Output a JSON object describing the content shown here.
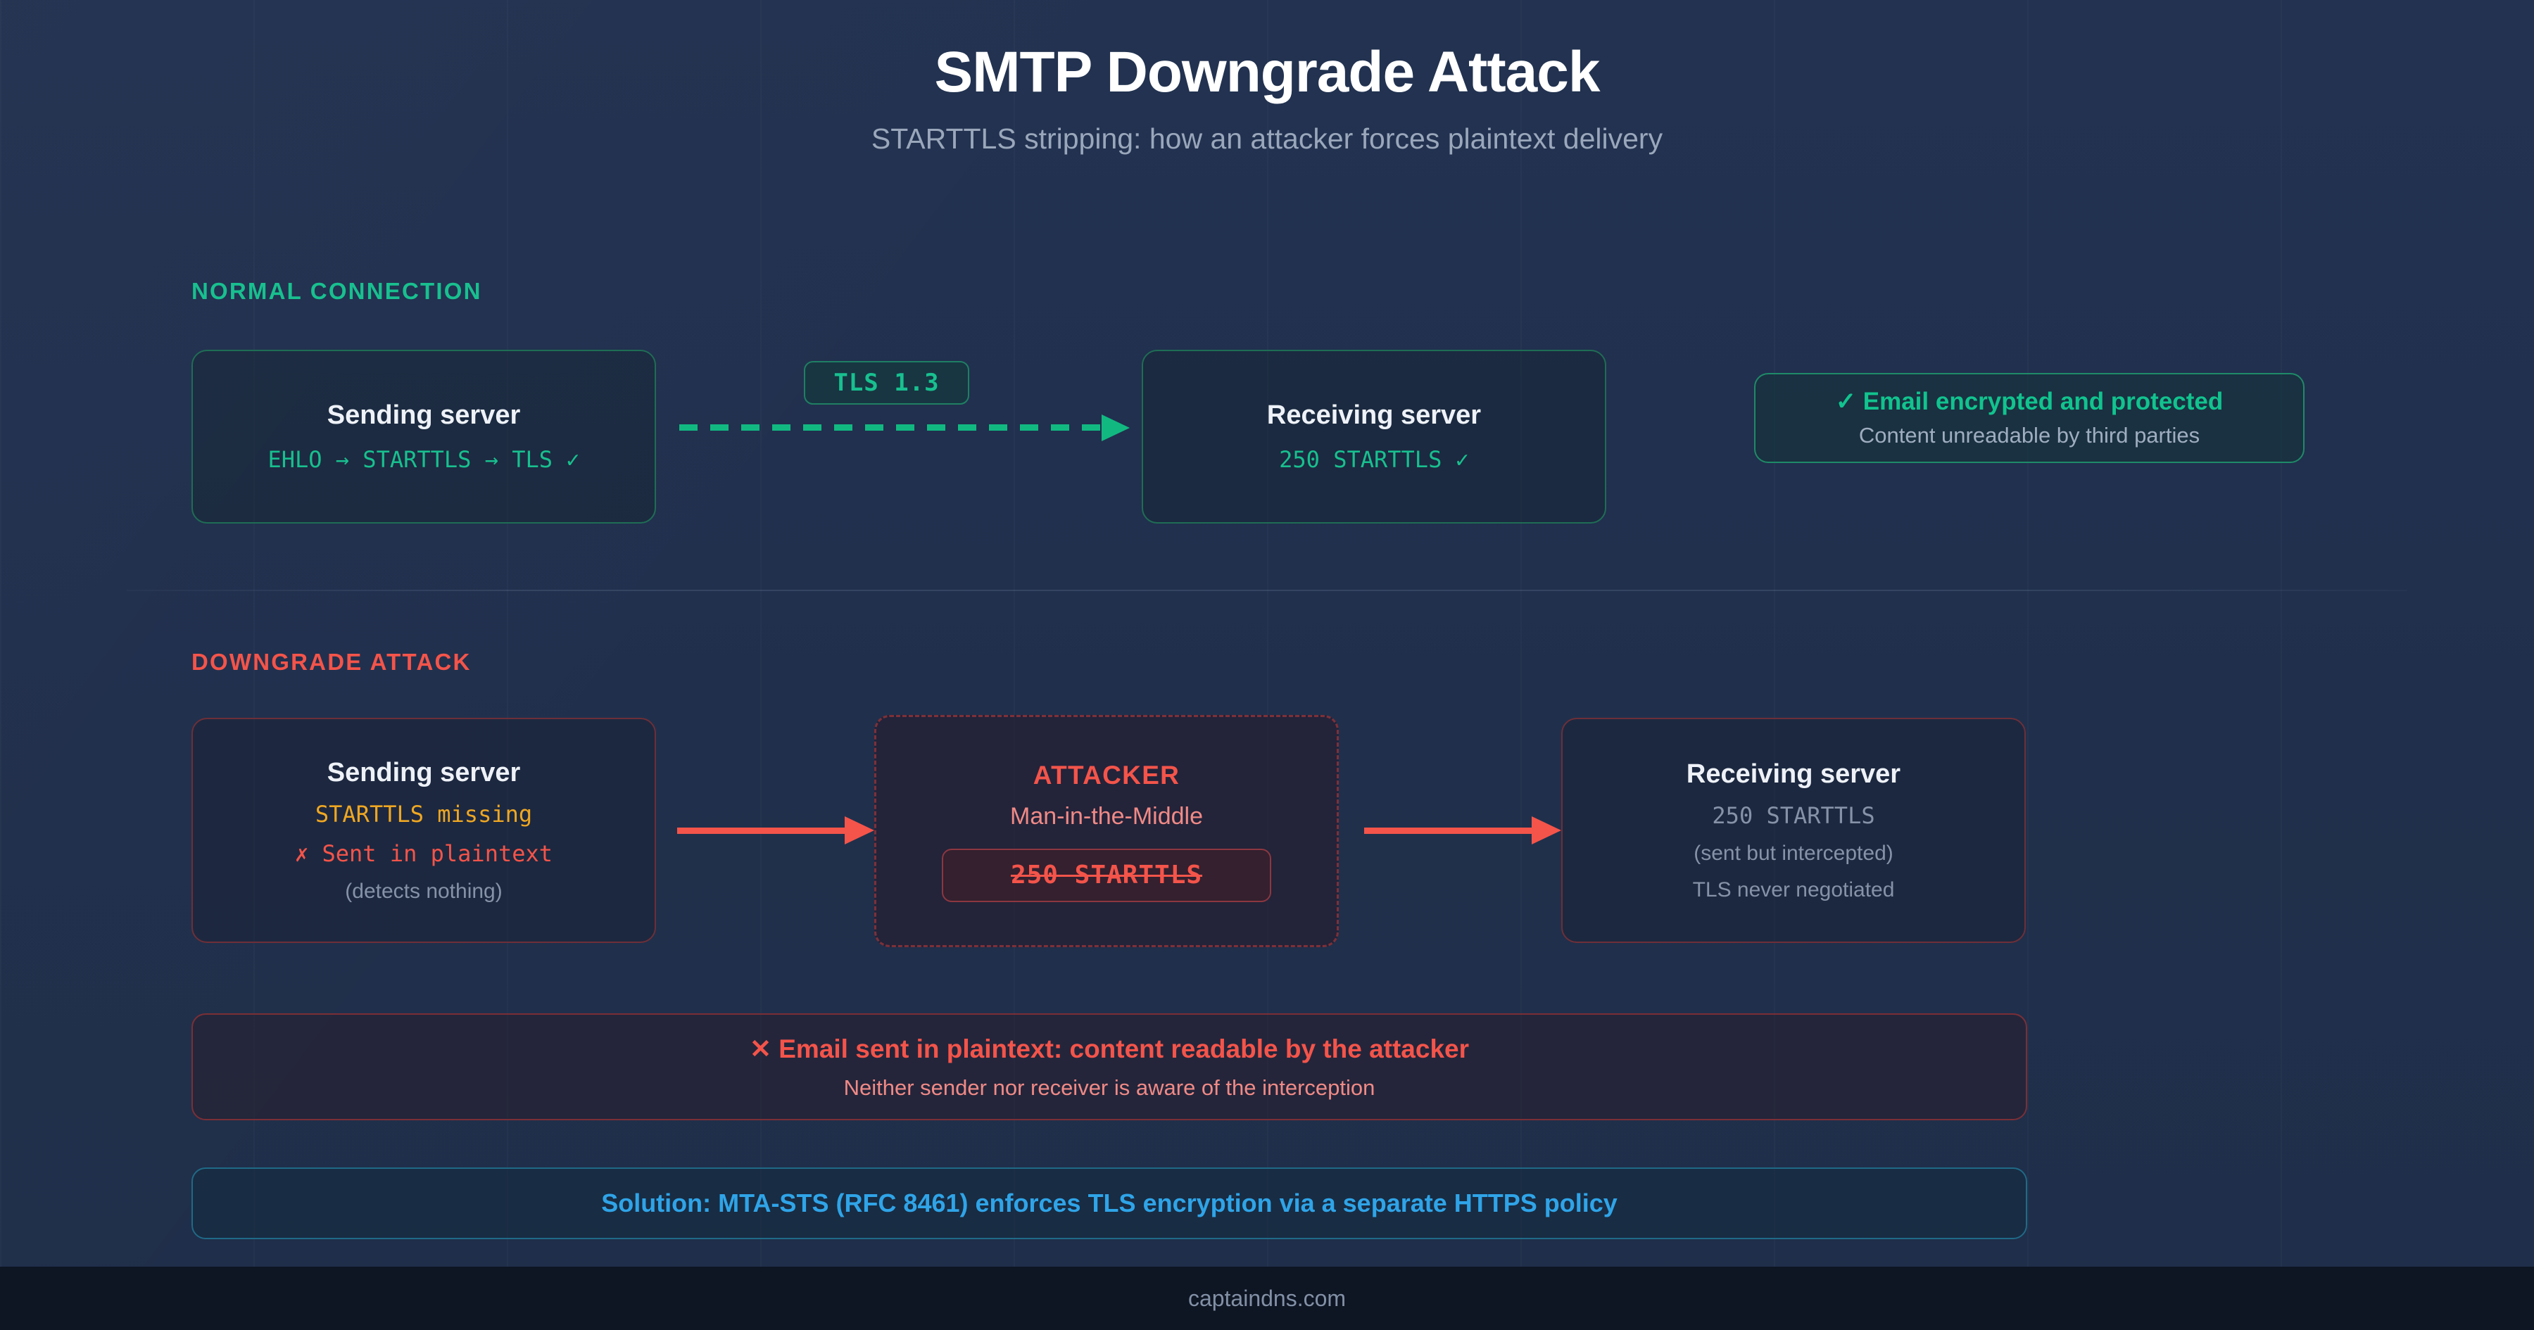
{
  "header": {
    "title": "SMTP Downgrade Attack",
    "subtitle": "STARTTLS stripping: how an attacker forces plaintext delivery"
  },
  "sections": {
    "normal": {
      "label": "NORMAL CONNECTION",
      "sending_server": {
        "title": "Sending server",
        "trace": "EHLO → STARTTLS → TLS ✓"
      },
      "link_badge": "TLS 1.3",
      "receiving_server": {
        "title": "Receiving server",
        "trace": "250 STARTTLS ✓"
      },
      "callout": {
        "headline": "✓ Email encrypted and protected",
        "detail": "Content unreadable by third parties"
      }
    },
    "attack": {
      "label": "DOWNGRADE ATTACK",
      "sending_server": {
        "title": "Sending server",
        "line_warn": "STARTTLS missing",
        "line_error": "✗ Sent in plaintext",
        "line_note": "(detects nothing)"
      },
      "attacker": {
        "title": "ATTACKER",
        "role": "Man-in-the-Middle",
        "stripped_command": "250 STARTTLS"
      },
      "receiving_server": {
        "title": "Receiving server",
        "command": "250 STARTTLS",
        "note_1": "(sent but intercepted)",
        "note_2": "TLS never negotiated"
      },
      "alert": {
        "headline": "✕ Email sent in plaintext: content readable by the attacker",
        "detail": "Neither sender nor receiver is aware of the interception"
      },
      "solution": {
        "headline": "Solution: MTA-STS (RFC 8461) enforces TLS encryption via a separate HTTPS policy"
      }
    }
  },
  "footer": {
    "source": "captaindns.com"
  },
  "colors": {
    "background": "#111a2b",
    "green_accent": "#18c08f",
    "red_accent": "#f4544a",
    "amber_accent": "#efa722",
    "blue_accent": "#2fa4e8",
    "muted_text": "#8592a7"
  }
}
